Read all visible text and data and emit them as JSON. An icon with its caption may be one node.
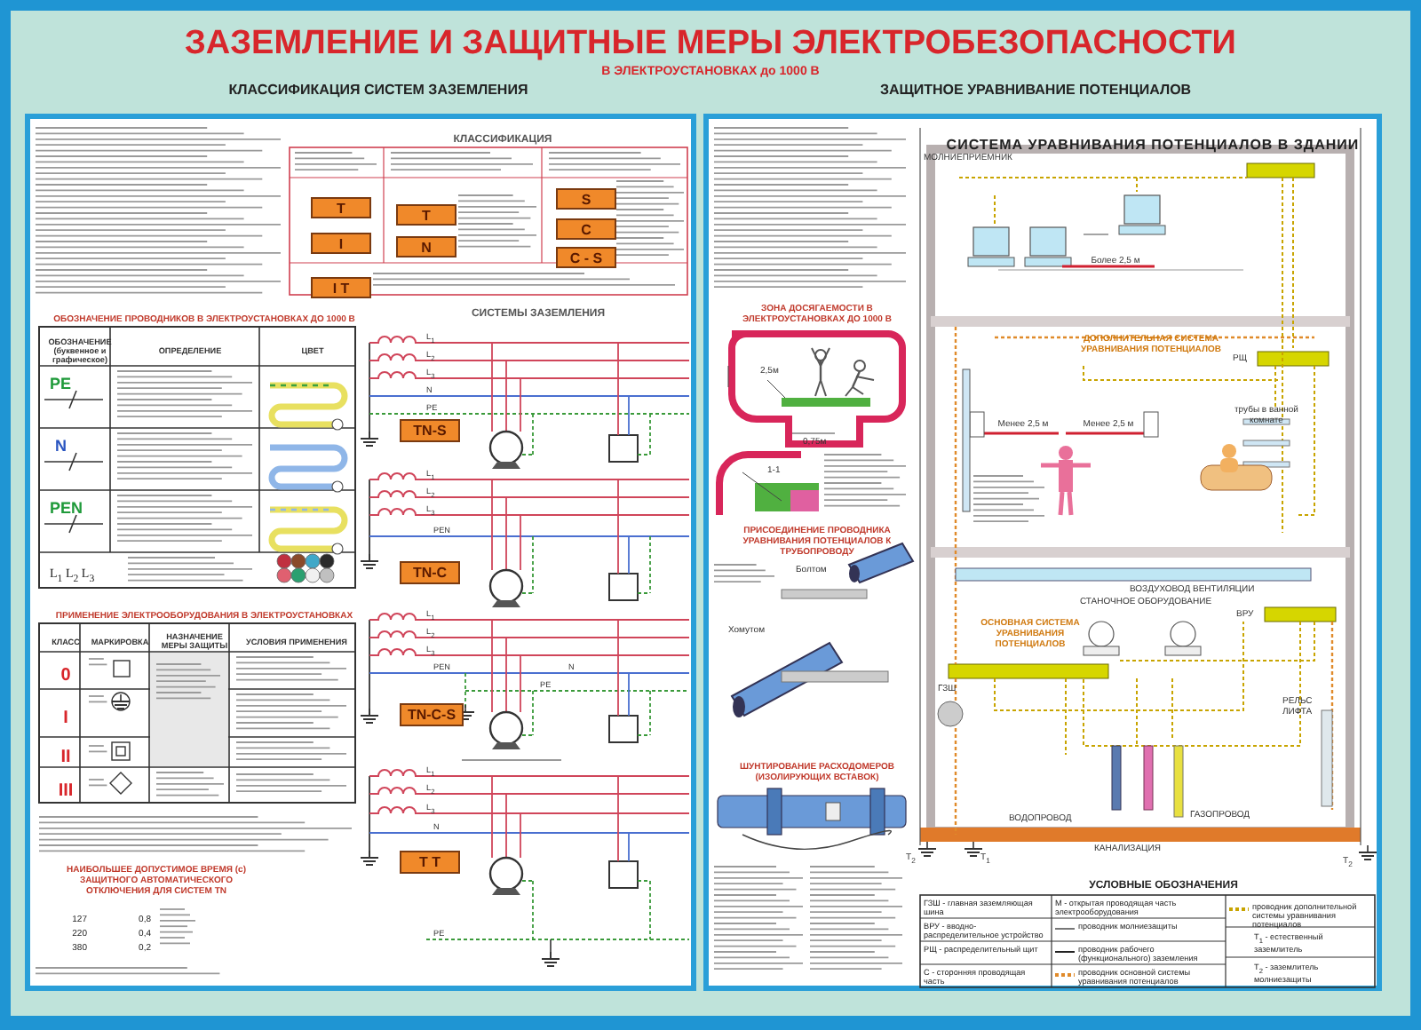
{
  "diagram": {
    "title": "ЗАЗЕМЛЕНИЕ И ЗАЩИТНЫЕ МЕРЫ ЭЛЕКТРОБЕЗОПАСНОСТИ",
    "nodes": [
      {
        "text": [
          "КЛАССИФИКАЦИЯ СИСТЕМ ЗАЗЕМЛЕНИЯ"
        ]
      },
      {
        "text": [
          "КЛАССИФИКАЦИЯ"
        ],
        "in": 0
      },
      {
        "text": [
          "T"
        ],
        "in": 1
      },
      {
        "text": [
          "I"
        ],
        "in": 1
      },
      {
        "text": [
          "T"
        ],
        "in": 1
      },
      {
        "text": [
          "N"
        ],
        "in": 1
      },
      {
        "text": [
          "S"
        ],
        "in": 1
      },
      {
        "text": [
          "C"
        ],
        "in": 1
      },
      {
        "text": [
          "C - S"
        ],
        "in": 1
      },
      {
        "text": [
          "I T"
        ],
        "in": 1
      },
      {
        "text": [
          "ОБОЗНАЧЕНИЕ ПРОВОДНИКОВ В ЭЛЕКТРОУСТАНОВКАХ ДО 1000 В",
          "ОБОЗНАЧЕНИЕ (буквенное и графическое)",
          "ОПРЕДЕЛЕНИЕ",
          "ЦВЕТ",
          "PE",
          "N",
          "PEN",
          "L$_{1}$ L$_{2}$ L$_{3}$"
        ],
        "in": 0
      },
      {
        "text": [
          "ПРИМЕНЕНИЕ ЭЛЕКТРООБОРУДОВАНИЯ В ЭЛЕКТРОУСТАНОВКАХ",
          "КЛАСС",
          "МАРКИРОВКА",
          "НАЗНАЧЕНИЕ МЕРЫ ЗАЩИТЫ",
          "УСЛОВИЯ ПРИМЕНЕНИЯ",
          "0",
          "I",
          "II",
          "III"
        ],
        "in": 0
      },
      {
        "text": [
          "НАИБОЛЬШЕЕ ДОПУСТИМОЕ ВРЕМЯ (с) ЗАЩИТНОГО АВТОМАТИЧЕСКОГО ОТКЛЮЧЕНИЯ ДЛЯ СИСТЕМ TN",
          "127",
          "220",
          "380",
          "0,8",
          "0,4",
          "0,2"
        ],
        "in": 0
      },
      {
        "text": [
          "СИСТЕМЫ ЗАЗЕМЛЕНИЯ"
        ],
        "in": 0
      },
      {
        "text": [
          "TN-S"
        ],
        "in": 13
      },
      {
        "text": [
          "TN-C"
        ],
        "in": 13
      },
      {
        "text": [
          "TN-C-S"
        ],
        "in": 13
      },
      {
        "text": [
          "T T"
        ],
        "in": 13
      },
      {
        "text": [
          "ЗАЩИТНОЕ УРАВНИВАНИЕ ПОТЕНЦИАЛОВ"
        ]
      },
      {
        "text": [
          "ЗОНА ДОСЯГАЕМОСТИ В ЭЛЕКТРОУСТАНОВКАХ ДО 1000 В"
        ],
        "in": 18
      },
      {
        "text": [
          "ПРИСОЕДИНЕНИЕ ПРОВОДНИКА УРАВНИВАНИЯ ПОТЕНЦИАЛОВ К ТРУБОПРОВОДУ"
        ],
        "in": 18
      },
      {
        "text": [
          "ШУНТИРОВАНИЕ РАСХОДОМЕРОВ (ИЗОЛИРУЮЩИХ ВСТАВОК)"
        ],
        "in": 18
      },
      {
        "text": [
          "СИСТЕМА УРАВНИВАНИЯ ПОТЕНЦИАЛОВ В ЗДАНИИ"
        ],
        "in": 18
      }
    ],
    "labels": [
      "В ЭЛЕКТРОУСТАНОВКАХ до 1000 В",
      "L$_{1}$",
      "L$_{2}$",
      "L$_{3}$",
      "N",
      "PE",
      "L$_{1}$",
      "L$_{2}$",
      "L$_{3}$",
      "PEN",
      "L$_{1}$",
      "L$_{2}$",
      "L$_{3}$",
      "PEN",
      "N",
      "PE",
      "L$_{1}$",
      "L$_{2}$",
      "L$_{3}$",
      "N",
      "PE",
      "2,5м",
      "0,75м",
      "1-1",
      "Болтом",
      "Хомутом",
      "МОЛНИЕПРИЕМНИК",
      "Более 2,5 м",
      "ДОПОЛНИТЕЛЬНАЯ СИСТЕМА УРАВНИВАНИЯ ПОТЕНЦИАЛОВ",
      "РЩ",
      "Менее 2,5 м",
      "Менее 2,5 м",
      "трубы в ванной комнате",
      "ВОЗДУХОВОД ВЕНТИЛЯЦИИ",
      "СТАНОЧНОЕ ОБОРУДОВАНИЕ",
      "ВРУ",
      "ОСНОВНАЯ СИСТЕМА УРАВНИВАНИЯ ПОТЕНЦИАЛОВ",
      "ГЗШ",
      "РЕЛЬС ЛИФТА",
      "ВОДОПРОВОД",
      "ГАЗОПРОВОД",
      "КАНАЛИЗАЦИЯ",
      "T$_{2}$",
      "T$_{1}$",
      "T$_{2}$",
      "УСЛОВНЫЕ ОБОЗНАЧЕНИЯ",
      "ГЗШ - главная заземляющая шина",
      "ВРУ - вводно-распределительное устройство",
      "РЩ - распределительный щит",
      "С - сторонняя проводящая часть",
      "М - открытая проводящая часть электрооборудования",
      "T$_{1}$ - естественный заземлитель",
      "T$_{2}$ - заземлитель молниезащиты"
    ],
    "legend": [
      {
        "text": "проводник молниезащиты"
      },
      {
        "text": "проводник рабочего (функционального) заземления"
      },
      {
        "text": "проводник основной системы уравнивания потенциалов"
      },
      {
        "text": "проводник дополнительной системы уравнивания потенциалов"
      }
    ]
  }
}
